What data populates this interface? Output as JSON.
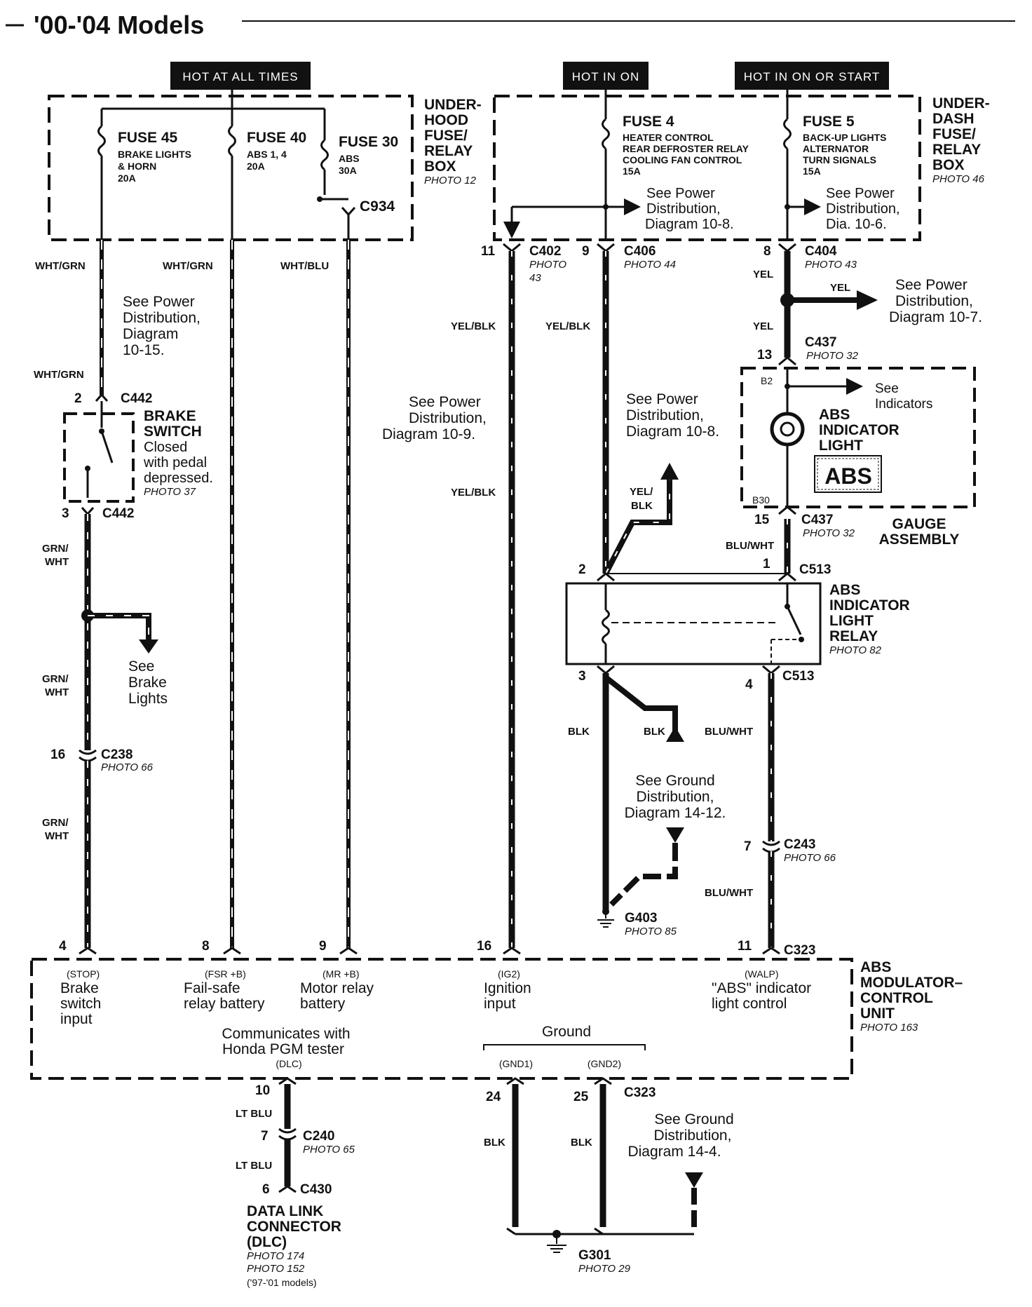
{
  "title": "'00-'04 Models",
  "power_labels": {
    "hot_at_all_times": "HOT AT ALL TIMES",
    "hot_in_on": "HOT IN ON",
    "hot_in_on_or_start": "HOT IN ON OR START"
  },
  "underhood_box": {
    "name_lines": [
      "UNDER-",
      "HOOD",
      "FUSE/",
      "RELAY",
      "BOX"
    ],
    "photo": "PHOTO 12",
    "fuses": [
      {
        "name": "FUSE 45",
        "desc_lines": [
          "BRAKE LIGHTS",
          "& HORN",
          "20A"
        ]
      },
      {
        "name": "FUSE 40",
        "desc_lines": [
          "ABS 1, 4",
          "20A"
        ]
      },
      {
        "name": "FUSE 30",
        "desc_lines": [
          "ABS",
          "30A"
        ]
      }
    ],
    "connector": "C934"
  },
  "underdash_box": {
    "name_lines": [
      "UNDER-",
      "DASH",
      "FUSE/",
      "RELAY",
      "BOX"
    ],
    "photo": "PHOTO 46",
    "fuses": [
      {
        "name": "FUSE 4",
        "desc_lines": [
          "HEATER CONTROL",
          "REAR DEFROSTER RELAY",
          "COOLING FAN CONTROL",
          "15A"
        ]
      },
      {
        "name": "FUSE 5",
        "desc_lines": [
          "BACK-UP LIGHTS",
          "ALTERNATOR",
          "TURN SIGNALS",
          "15A"
        ]
      }
    ],
    "refs": [
      [
        "See Power",
        "Distribution,",
        "Diagram 10-8."
      ],
      [
        "See Power",
        "Distribution,",
        "Dia.  10-6."
      ]
    ]
  },
  "connectors": {
    "c402": {
      "pin": "11",
      "name": "C402",
      "photo_lines": [
        "PHOTO",
        "43"
      ]
    },
    "c406": {
      "pin": "9",
      "name": "C406",
      "photo": "PHOTO 44"
    },
    "c404": {
      "pin": "8",
      "name": "C404",
      "photo": "PHOTO 43"
    },
    "c437_top": {
      "pin": "13",
      "name": "C437",
      "photo": "PHOTO 32"
    },
    "c437_bot": {
      "pin": "15",
      "name": "C437",
      "photo": "PHOTO 32"
    },
    "c442_top": {
      "pin": "2",
      "name": "C442"
    },
    "c442_bot": {
      "pin": "3",
      "name": "C442"
    },
    "c513_top": {
      "pin_left": "2",
      "pin_right": "1",
      "name": "C513"
    },
    "c513_bot": {
      "pin_left": "3",
      "pin_right": "4",
      "name": "C513"
    },
    "c238": {
      "pin": "16",
      "name": "C238",
      "photo": "PHOTO 66"
    },
    "c243": {
      "pin": "7",
      "name": "C243",
      "photo": "PHOTO 66"
    },
    "g403": {
      "name": "G403",
      "photo": "PHOTO 85"
    },
    "c323_top": {
      "name": "C323",
      "pins": [
        "4",
        "8",
        "9",
        "16",
        "11"
      ]
    },
    "c323_bot": {
      "name": "C323",
      "pins": [
        "10",
        "24",
        "25"
      ]
    },
    "c240": {
      "pin": "7",
      "name": "C240",
      "photo": "PHOTO 65"
    },
    "c430": {
      "pin": "6",
      "name": "C430"
    },
    "g301": {
      "name": "G301",
      "photo": "PHOTO 29"
    }
  },
  "wire_colors": {
    "wht_grn": "WHT/GRN",
    "wht_blu": "WHT/BLU",
    "yel_blk": "YEL/BLK",
    "yel": "YEL",
    "yel_slash": "YEL/",
    "blk": "BLK",
    "grn_slash": "GRN/",
    "wht": "WHT",
    "blu_wht": "BLU/WHT",
    "lt_blu": "LT BLU"
  },
  "notes": {
    "power_10_15": [
      "See  Power",
      "Distribution,",
      "Diagram",
      "10-15."
    ],
    "power_10_9": [
      "See Power",
      "Distribution,",
      "Diagram 10-9."
    ],
    "power_10_8": [
      "See Power",
      "Distribution,",
      "Diagram  10-8."
    ],
    "power_10_7": [
      "See Power",
      "Distribution,",
      "Diagram 10-7."
    ],
    "indicators": [
      "See",
      "Indicators"
    ],
    "brake_lights": [
      "See",
      "Brake",
      "Lights"
    ],
    "ground_14_12": [
      "See Ground",
      "Distribution,",
      "Diagram 14-12."
    ],
    "ground_14_4": [
      "See Ground",
      "Distribution,",
      "Diagram 14-4."
    ]
  },
  "brake_switch": {
    "name_lines": [
      "BRAKE",
      "SWITCH"
    ],
    "desc_lines": [
      "Closed",
      "with pedal",
      "depressed."
    ],
    "photo": "PHOTO 37"
  },
  "gauge": {
    "b2": "B2",
    "b30": "B30",
    "light_lines": [
      "ABS",
      "INDICATOR",
      "LIGHT"
    ],
    "badge": "ABS",
    "assembly_lines": [
      "GAUGE",
      "ASSEMBLY"
    ]
  },
  "relay": {
    "name_lines": [
      "ABS",
      "INDICATOR",
      "LIGHT",
      "RELAY"
    ],
    "photo": "PHOTO 82"
  },
  "modulator": {
    "name_lines": [
      "ABS",
      "MODULATOR–",
      "CONTROL",
      "UNIT"
    ],
    "photo": "PHOTO 163",
    "terminals": [
      {
        "code": "(STOP)",
        "lines": [
          "Brake",
          "switch",
          "input"
        ]
      },
      {
        "code": "(FSR +B)",
        "lines": [
          "Fail-safe",
          "relay battery"
        ]
      },
      {
        "code": "(MR +B)",
        "lines": [
          "Motor relay",
          "battery"
        ]
      },
      {
        "code": "(IG2)",
        "lines": [
          "Ignition",
          "input"
        ]
      },
      {
        "code": "(WALP)",
        "lines": [
          "\"ABS\" indicator",
          "light control"
        ]
      }
    ],
    "dlc_lines": [
      "Communicates with",
      "Honda PGM tester"
    ],
    "dlc_code": "(DLC)",
    "ground_label": "Ground",
    "gnd1": "(GND1)",
    "gnd2": "(GND2)"
  },
  "dlc": {
    "name_lines": [
      "DATA LINK",
      "CONNECTOR",
      "(DLC)"
    ],
    "photo_lines": [
      "PHOTO 174",
      "PHOTO 152",
      "('97-'01 models)"
    ]
  }
}
